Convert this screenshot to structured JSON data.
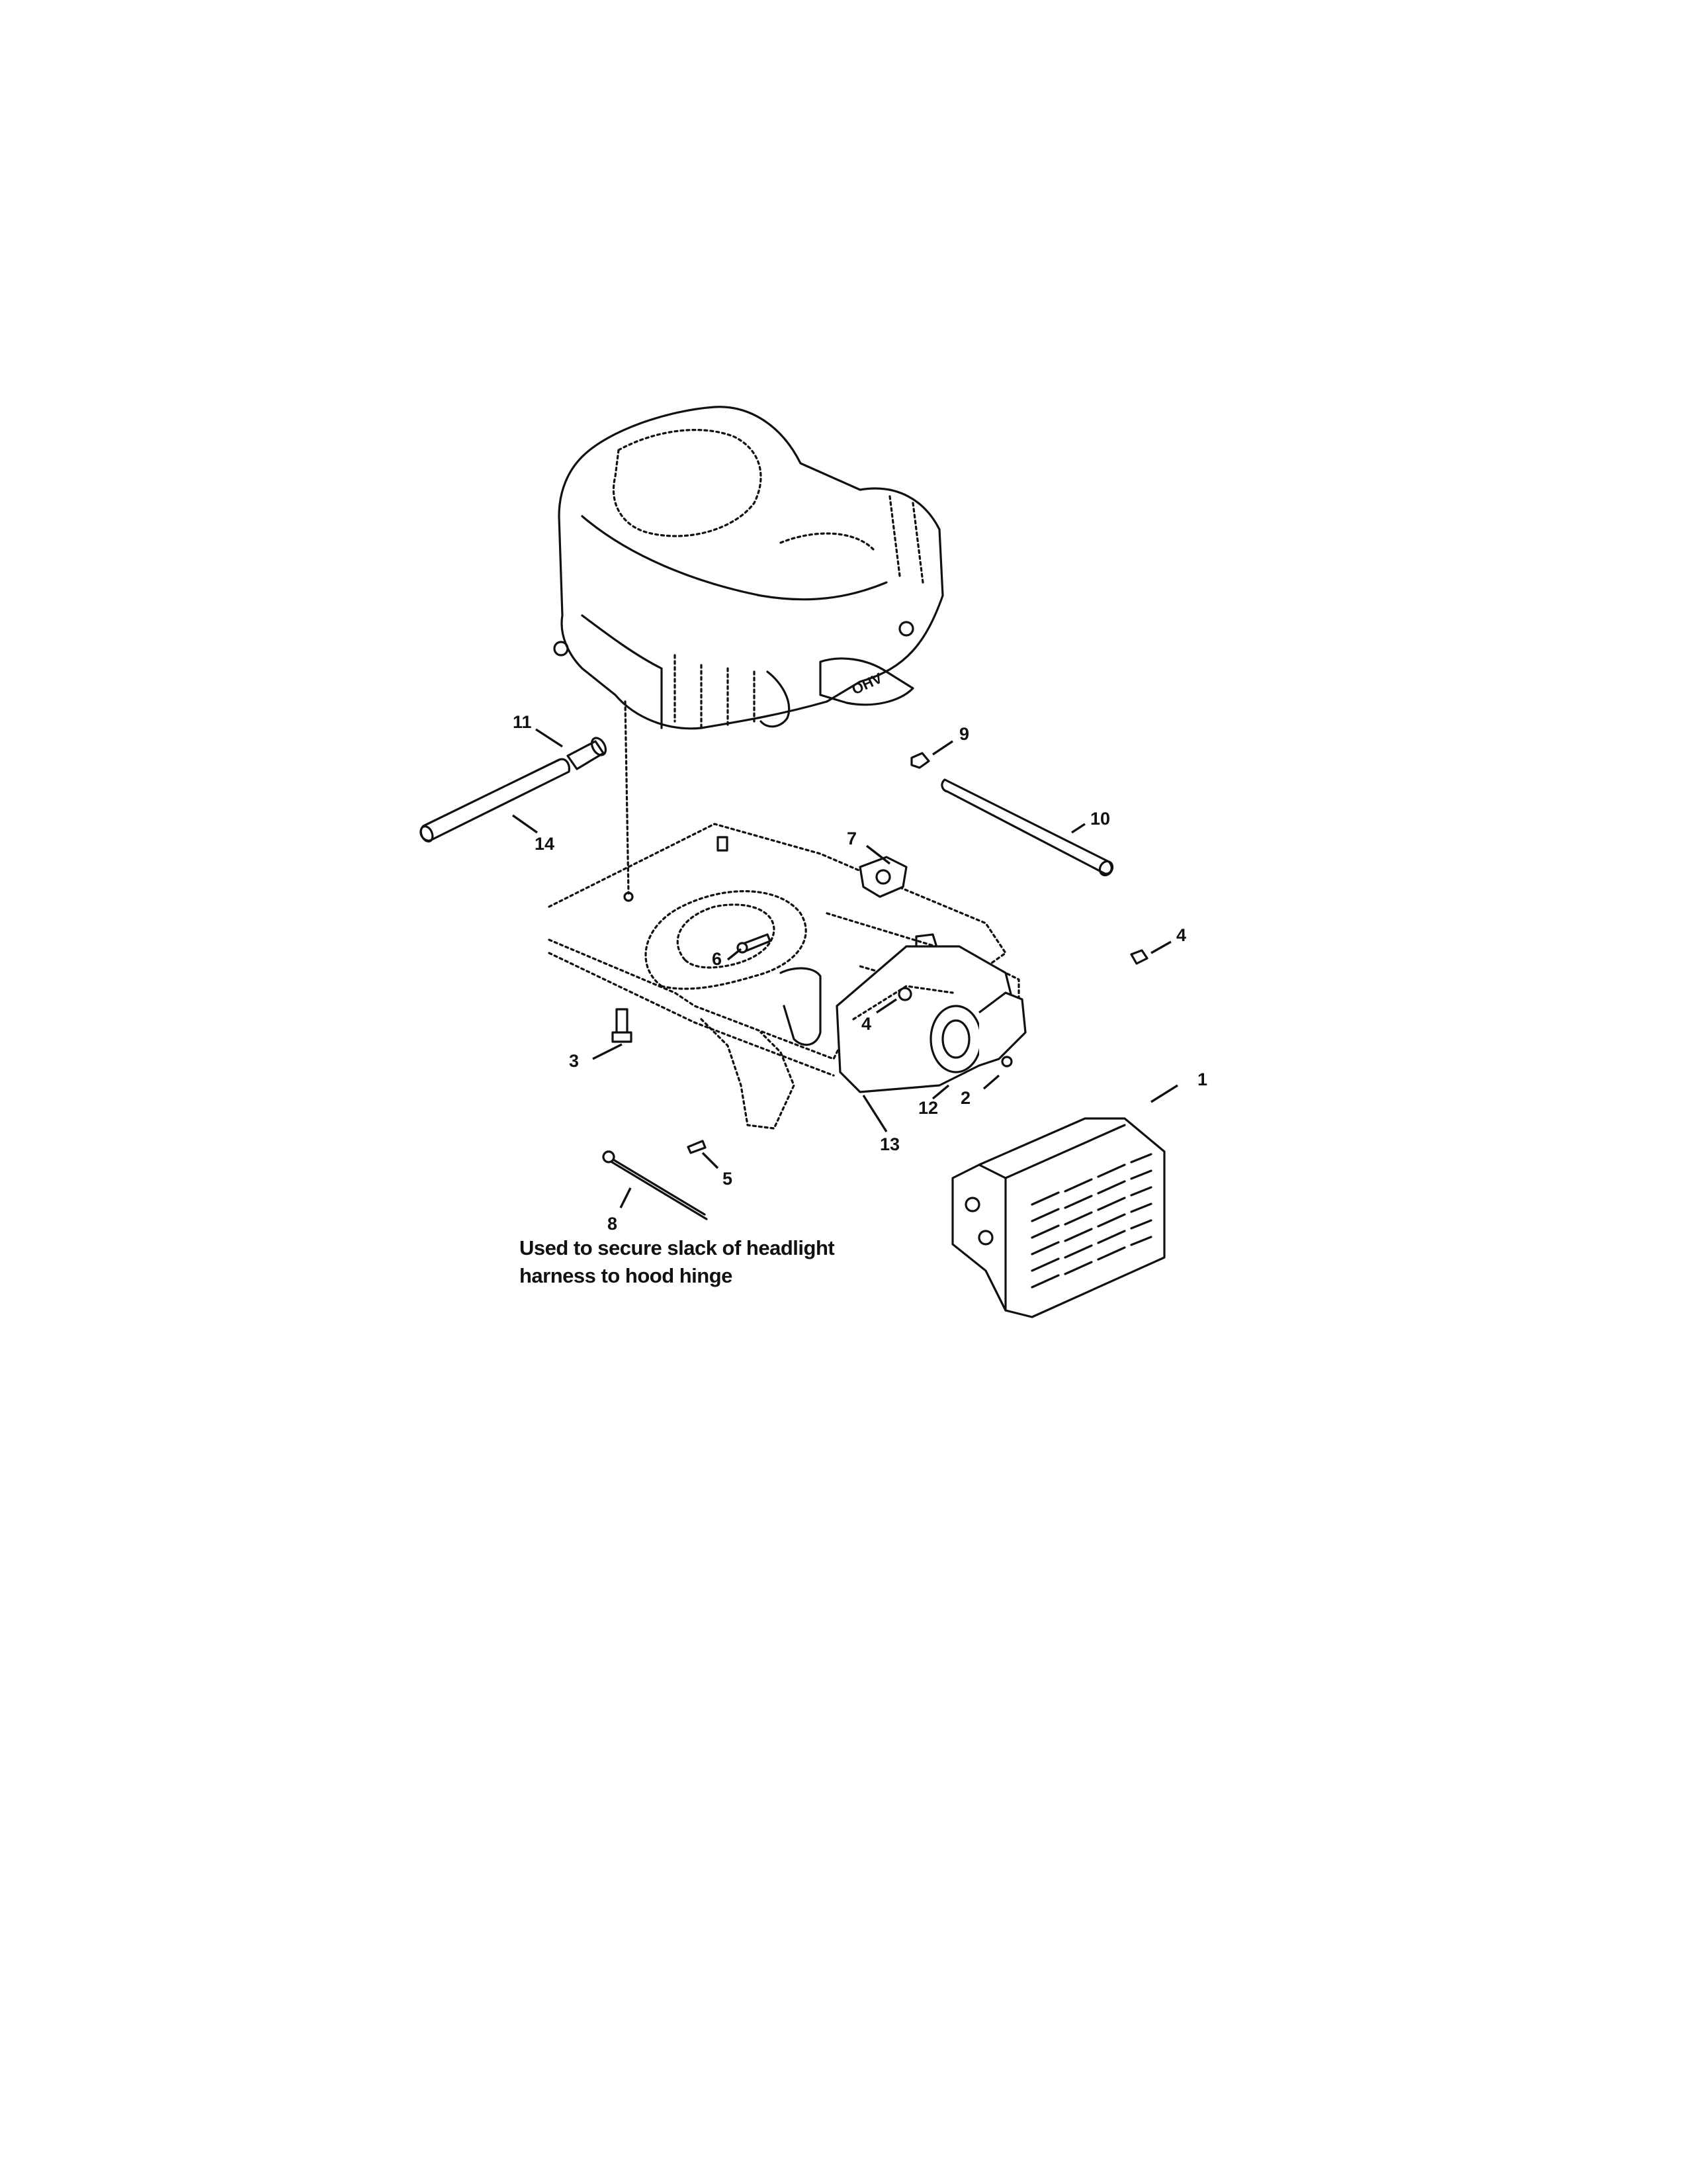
{
  "callouts": {
    "c1": "1",
    "c2": "2",
    "c3": "3",
    "c4a": "4",
    "c4b": "4",
    "c5": "5",
    "c6": "6",
    "c7": "7",
    "c8": "8",
    "c9": "9",
    "c10": "10",
    "c11": "11",
    "c12": "12",
    "c13": "13",
    "c14": "14"
  },
  "note": {
    "line1": "Used to secure slack of headlight",
    "line2": "harness to hood hinge"
  }
}
